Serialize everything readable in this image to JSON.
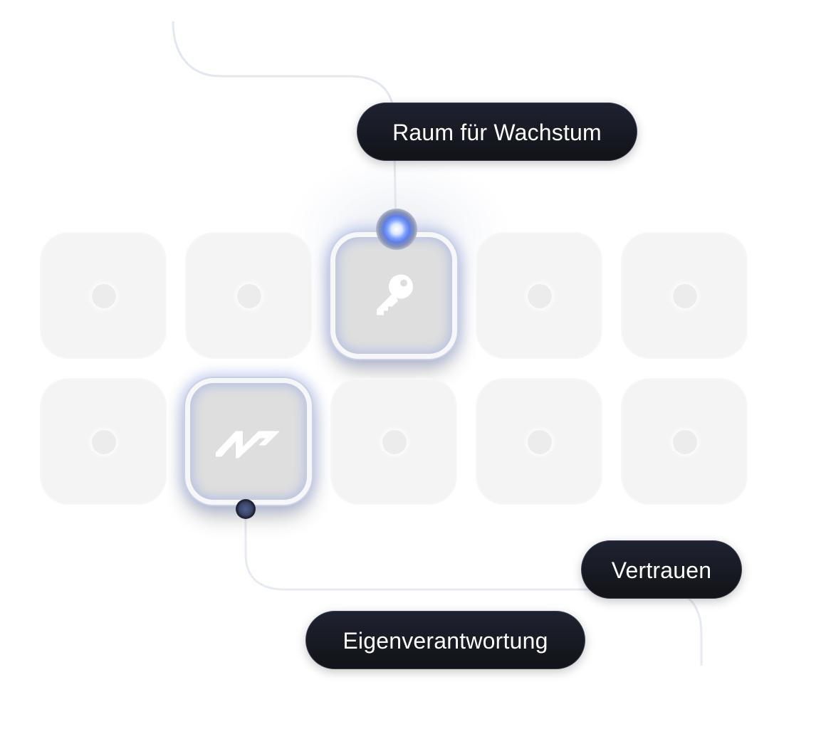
{
  "labels": {
    "growth": "Raum für Wachstum",
    "trust": "Vertrauen",
    "responsibility": "Eigenverantwortung"
  },
  "icons": {
    "active_top": "key-icon",
    "active_bottom": "logo-icon"
  },
  "colors": {
    "pill_background": "#14161d",
    "pill_text": "#ffffff",
    "tile_idle": "#f4f4f4",
    "tile_active": "#dedede",
    "glow_accent": "#7ea2ff",
    "connector_line": "#e6eaf3"
  },
  "grid": {
    "rows": 2,
    "columns": 5,
    "active_tiles": [
      "row-1-col-3",
      "row-2-col-2"
    ]
  }
}
